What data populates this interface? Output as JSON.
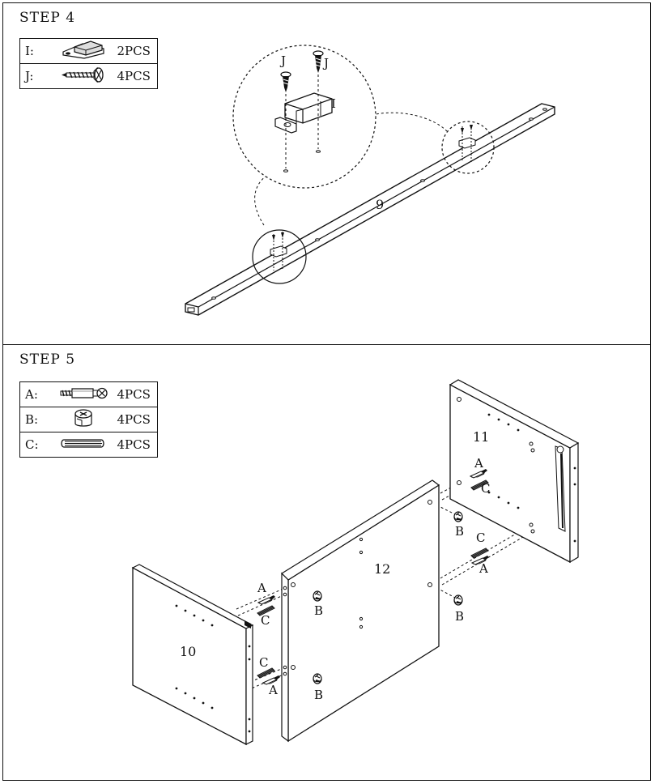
{
  "step4": {
    "title": "STEP 4",
    "parts": [
      {
        "letter": "I:",
        "icon": "magnetic-catch-icon",
        "qty": "2PCS"
      },
      {
        "letter": "J:",
        "icon": "screw-icon",
        "qty": "4PCS"
      }
    ],
    "callouts": {
      "screw_left": "J",
      "screw_right": "J",
      "catch": "I",
      "rail": "9"
    }
  },
  "step5": {
    "title": "STEP 5",
    "parts": [
      {
        "letter": "A:",
        "icon": "cam-bolt-icon",
        "qty": "4PCS"
      },
      {
        "letter": "B:",
        "icon": "cam-lock-icon",
        "qty": "4PCS"
      },
      {
        "letter": "C:",
        "icon": "wood-dowel-icon",
        "qty": "4PCS"
      }
    ],
    "panels": {
      "left": "10",
      "middle": "12",
      "right": "11"
    },
    "callouts": {
      "a": "A",
      "b": "B",
      "c": "C"
    }
  }
}
